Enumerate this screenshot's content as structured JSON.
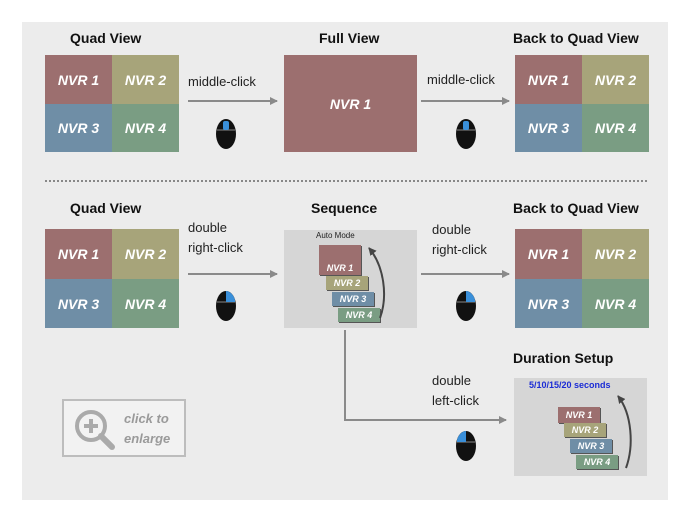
{
  "row1": {
    "quad_title": "Quad View",
    "full_title": "Full View",
    "back_title": "Back to Quad View",
    "action_1": "middle-click",
    "action_2": "middle-click",
    "full_label": "NVR 1"
  },
  "row2": {
    "quad_title": "Quad View",
    "seq_title": "Sequence",
    "back_title": "Back to Quad View",
    "action_1": [
      "double",
      "right-click"
    ],
    "action_2": [
      "double",
      "right-click"
    ],
    "auto_mode": "Auto Mode"
  },
  "row3": {
    "duration_title": "Duration Setup",
    "duration_values": "5/10/15/20 seconds",
    "action": [
      "double",
      "left-click"
    ]
  },
  "quad_labels": [
    "NVR 1",
    "NVR 2",
    "NVR 3",
    "NVR 4"
  ],
  "enlarge": [
    "click to",
    "enlarge"
  ],
  "colors": {
    "nvr1": "#9c6f6f",
    "nvr2": "#a7a47a",
    "nvr3": "#6f8ea6",
    "nvr4": "#7a9d83",
    "duration_text": "#1a2bd6",
    "panel": "#ececec"
  }
}
